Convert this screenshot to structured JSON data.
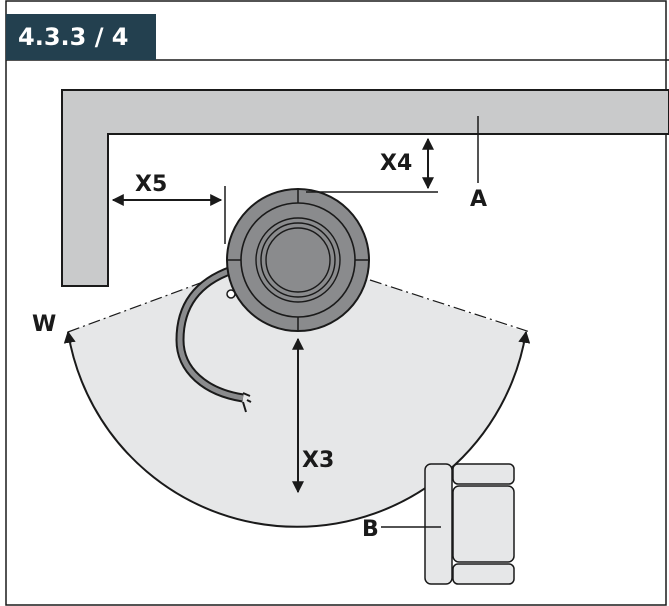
{
  "header": {
    "section_label": "4.3.3 / 4"
  },
  "labels": {
    "wall": "A",
    "furniture": "B",
    "sweep_angle": "W",
    "front_clearance": "X3",
    "rear_clearance": "X4",
    "side_clearance": "X5"
  },
  "colors": {
    "header_bg": "#23404f",
    "wall_fill": "#c9cacb",
    "zone_fill": "#e6e7e8",
    "stove_fill": "#8a8b8d",
    "line": "#1a1a1a"
  }
}
